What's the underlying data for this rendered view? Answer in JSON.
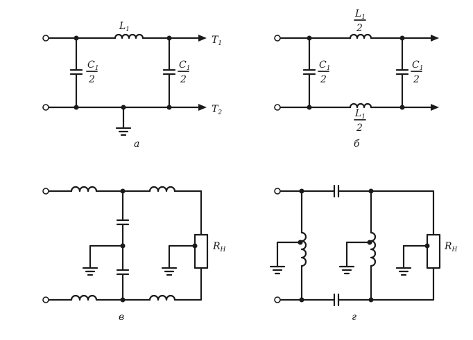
{
  "diagram_a": {
    "caption": "а",
    "inductor_main": "L",
    "inductor_sub": "1",
    "cap_left_num": "C",
    "cap_left_num_sub": "1",
    "cap_left_den": "2",
    "cap_right_num": "C",
    "cap_right_num_sub": "1",
    "cap_right_den": "2",
    "output_top_main": "T",
    "output_top_sub": "1",
    "output_bottom_main": "T",
    "output_bottom_sub": "2"
  },
  "diagram_b": {
    "caption": "б",
    "inductor_top_num": "L",
    "inductor_top_num_sub": "1",
    "inductor_top_den": "2",
    "inductor_bottom_num": "L",
    "inductor_bottom_num_sub": "1",
    "inductor_bottom_den": "2",
    "cap_left_num": "C",
    "cap_left_num_sub": "1",
    "cap_left_den": "2",
    "cap_right_num": "C",
    "cap_right_num_sub": "1",
    "cap_right_den": "2"
  },
  "diagram_v": {
    "caption": "в",
    "load_main": "R",
    "load_sub": "Н"
  },
  "diagram_g": {
    "caption": "г",
    "load_main": "R",
    "load_sub": "Н"
  }
}
